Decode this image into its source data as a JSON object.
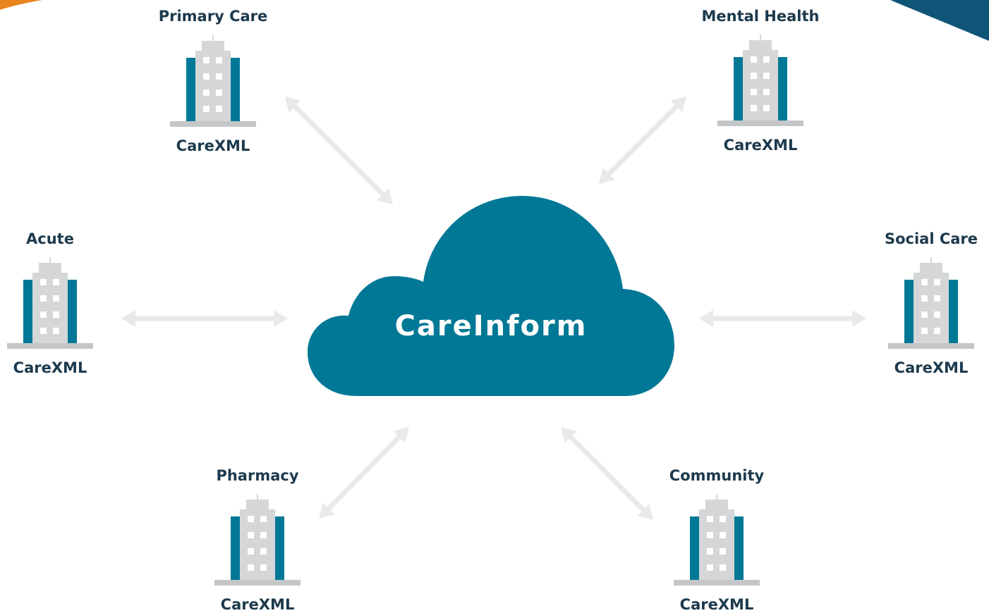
{
  "hub": {
    "label": "CareInform",
    "color": "#007896"
  },
  "nodes": [
    {
      "id": "primary-care",
      "title": "Primary Care",
      "system": "CareXML"
    },
    {
      "id": "mental-health",
      "title": "Mental Health",
      "system": "CareXML"
    },
    {
      "id": "acute",
      "title": "Acute",
      "system": "CareXML"
    },
    {
      "id": "social-care",
      "title": "Social Care",
      "system": "CareXML"
    },
    {
      "id": "pharmacy",
      "title": "Pharmacy",
      "system": "CareXML"
    },
    {
      "id": "community",
      "title": "Community",
      "system": "CareXML"
    }
  ],
  "colors": {
    "text": "#1d3a4d",
    "building_body": "#d4d6d8",
    "building_wing": "#007896",
    "window": "#ffffff",
    "base": "#c4c6c8",
    "connector": "#e8eaea",
    "corner_orange": "#e8851c",
    "corner_blue": "#0f5577"
  }
}
